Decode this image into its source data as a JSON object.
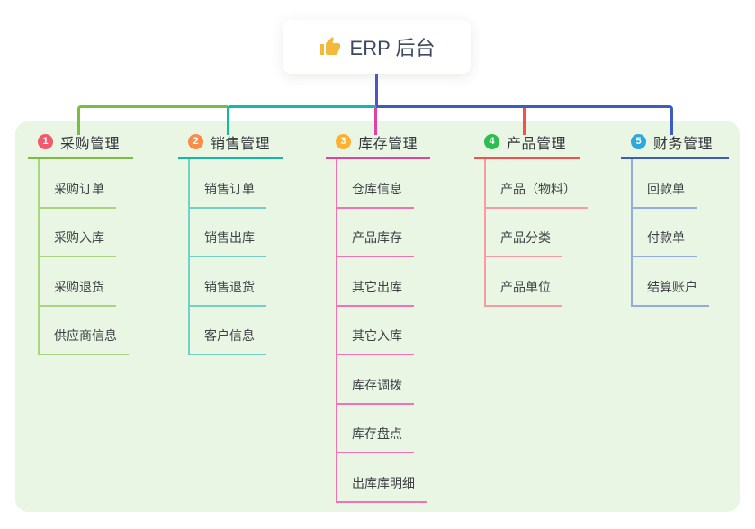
{
  "root": {
    "title": "ERP 后台",
    "icon": "thumbs-up-icon",
    "box_bg": "#ffffff",
    "text_color": "#3c4961"
  },
  "canvas": {
    "panel_bg": "#e8f6e3",
    "trunk_color": "#4e53c6"
  },
  "branches": [
    {
      "badge": "1",
      "badge_color": "#f4586c",
      "label": "采购管理",
      "line_color": "#7cbb44",
      "sub_line_color": "#a9d581",
      "items": [
        "采购订单",
        "采购入库",
        "采购退货",
        "供应商信息"
      ]
    },
    {
      "badge": "2",
      "badge_color": "#fb8c47",
      "label": "销售管理",
      "line_color": "#14b8a9",
      "sub_line_color": "#72d1c6",
      "items": [
        "销售订单",
        "销售出库",
        "销售退货",
        "客户信息"
      ]
    },
    {
      "badge": "3",
      "badge_color": "#ffb12d",
      "label": "库存管理",
      "line_color": "#e2429e",
      "sub_line_color": "#f173b4",
      "items": [
        "仓库信息",
        "产品库存",
        "其它出库",
        "其它入库",
        "库存调拨",
        "库存盘点",
        "出库库明细"
      ]
    },
    {
      "badge": "4",
      "badge_color": "#2dbd50",
      "label": "产品管理",
      "line_color": "#f4504e",
      "sub_line_color": "#f89ba0",
      "items": [
        "产品（物料）",
        "产品分类",
        "产品单位"
      ]
    },
    {
      "badge": "5",
      "badge_color": "#2aa9dc",
      "label": "财务管理",
      "line_color": "#3c5dc0",
      "sub_line_color": "#93abe3",
      "items": [
        "回款单",
        "付款单",
        "结算账户"
      ]
    }
  ]
}
